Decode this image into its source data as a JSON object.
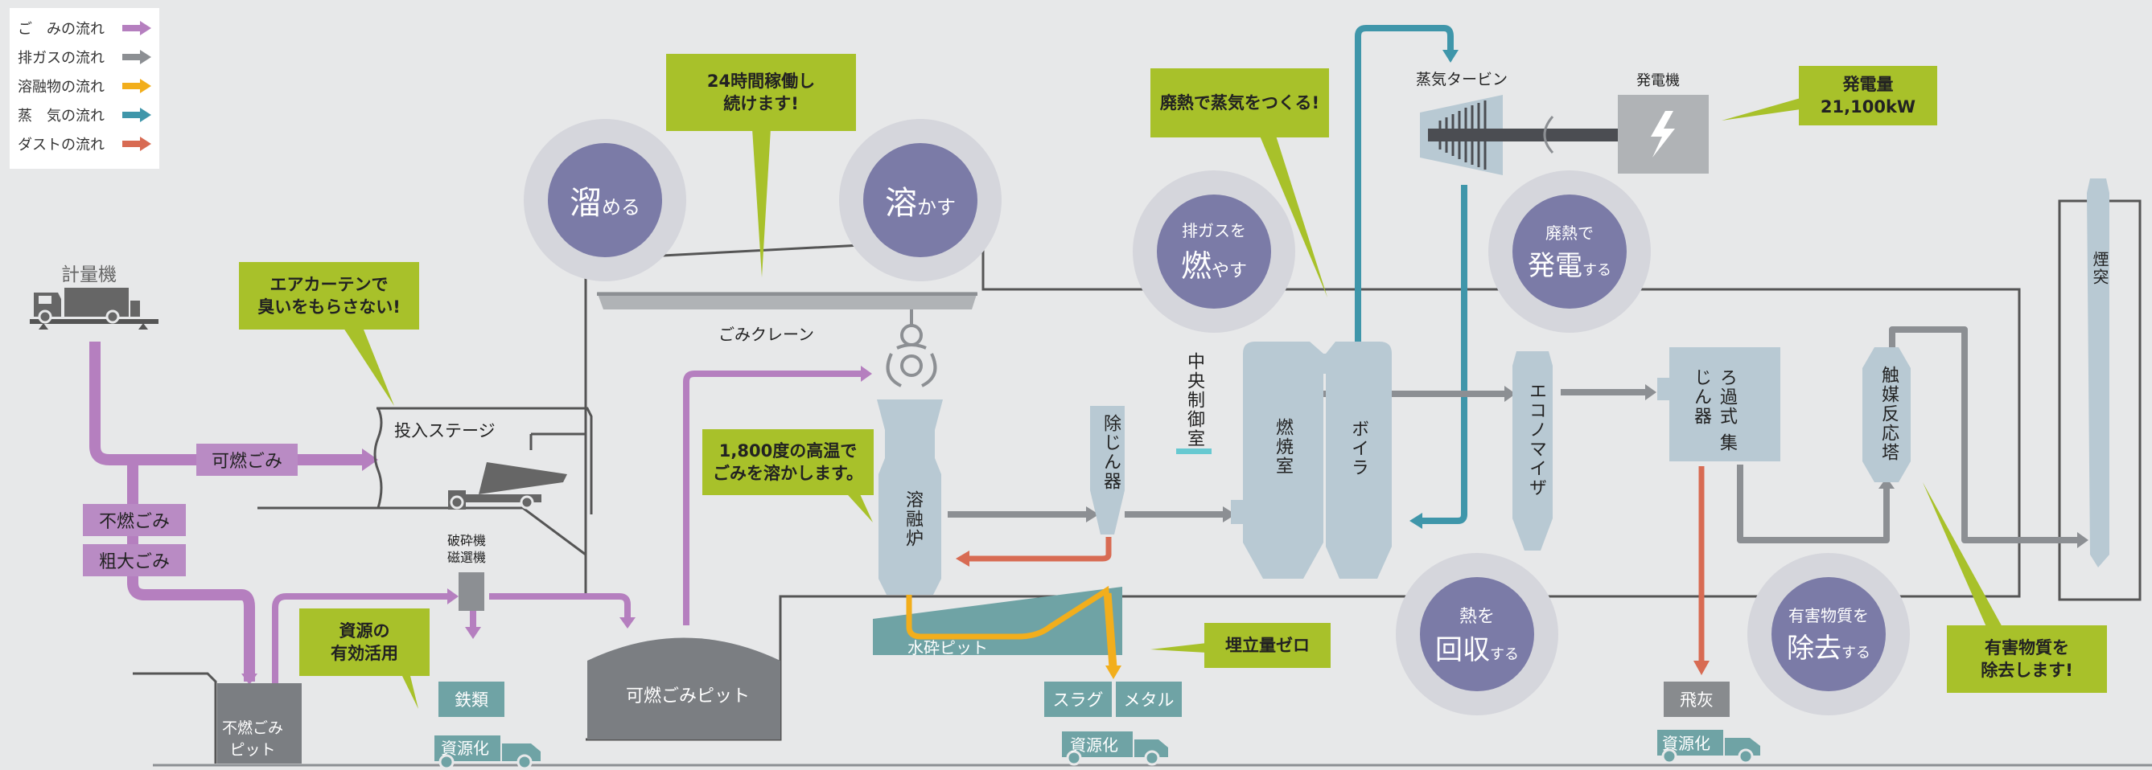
{
  "legend": [
    {
      "label": "ご　みの流れ",
      "color": "#b57fbf"
    },
    {
      "label": "排ガスの流れ",
      "color": "#8c8f93"
    },
    {
      "label": "溶融物の流れ",
      "color": "#f2ae1c"
    },
    {
      "label": "蒸　気の流れ",
      "color": "#3f96aa"
    },
    {
      "label": "ダストの流れ",
      "color": "#d86b53"
    }
  ],
  "labels": {
    "weighbridge": "計量機",
    "charging_stage": "投入ステージ",
    "crane": "ごみクレーン",
    "control_room": "中央制御室",
    "melting_furnace": "溶融炉",
    "dust_remover": "除じん器",
    "combustion_chamber": "燃焼室",
    "boiler": "ボイラ",
    "economizer": "エコノマイザ",
    "bag_filter": "ろ過式 集じん器",
    "catalytic_tower": "触媒反応塔",
    "stack": "煙突",
    "turbine": "蒸気タービン",
    "generator": "発電機",
    "crusher": "破砕機\n磁選機",
    "water_pit": "水砕ピット",
    "burnable_pit": "可燃ごみピット",
    "nonburnable_pit": "不燃ごみ\nピット"
  },
  "pills": {
    "burnable": "可燃ごみ",
    "nonburnable": "不燃ごみ",
    "bulky": "粗大ごみ"
  },
  "products": {
    "iron": "鉄類",
    "slag": "スラグ",
    "metal": "メタル",
    "fly_ash": "飛灰",
    "recycle_1": "資源化",
    "recycle_2": "資源化",
    "recycle_3": "資源化"
  },
  "callouts": {
    "air_curtain": "エアカーテンで\n臭いをもらさない!",
    "operation": "24時間稼働し\n続けます!",
    "high_temp": "1,800度の高温で\nごみを溶かします。",
    "steam": "廃熱で蒸気をつくる!",
    "power": "発電量\n21,100kW",
    "landfill": "埋立量ゼロ",
    "resources": "資源の\n有効活用",
    "harmful": "有害物質を\n除去します!"
  },
  "circles": {
    "store": {
      "big": "溜",
      "small": "める"
    },
    "melt": {
      "big": "溶",
      "small": "かす"
    },
    "burn": {
      "top": "排ガスを",
      "big": "燃",
      "small": "やす"
    },
    "generate": {
      "top": "廃熱で",
      "big": "発電",
      "small": "する"
    },
    "recover": {
      "top": "熱を",
      "big": "回収",
      "small": "する"
    },
    "remove": {
      "top": "有害物質を",
      "big": "除去",
      "small": "する"
    }
  },
  "colors": {
    "garbage": "#b57fbf",
    "gas": "#8c8f93",
    "melt": "#f2ae1c",
    "steam": "#3f96aa",
    "dust": "#d86b53",
    "equipment": "#b8c9d3",
    "callout": "#a8c12a",
    "circle": "#7b7ba7"
  }
}
